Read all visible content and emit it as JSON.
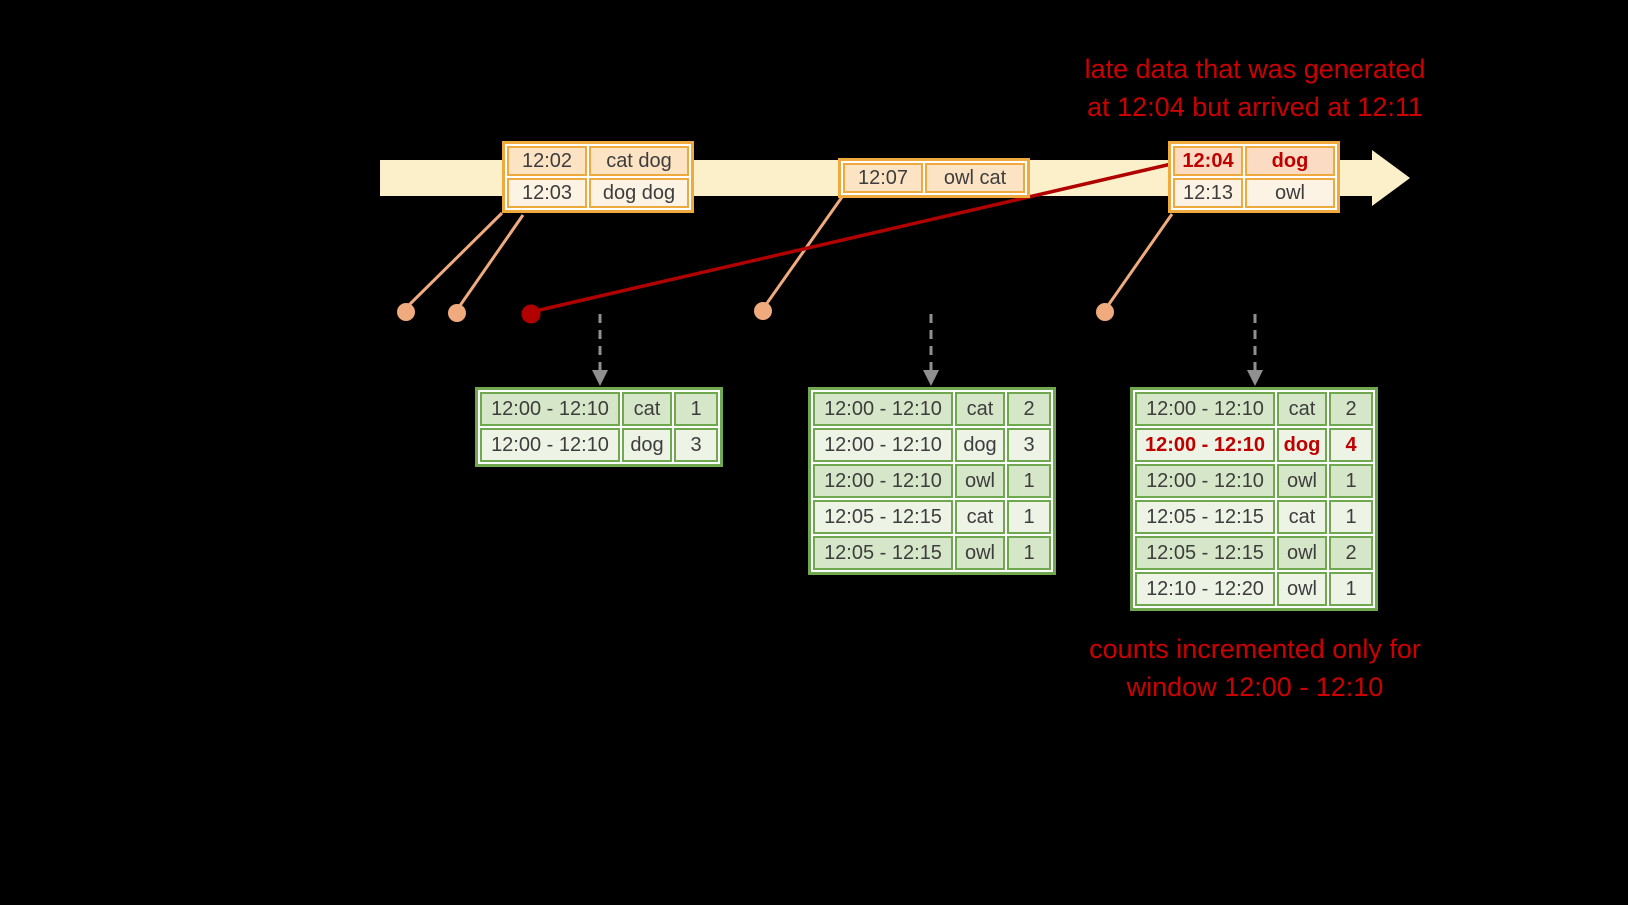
{
  "annotations": {
    "late_note_line1": "late data that was generated",
    "late_note_line2": "at 12:04 but arrived at 12:11",
    "counts_note_line1": "counts incremented only for",
    "counts_note_line2": "window 12:00 - 12:10"
  },
  "event_groups": [
    {
      "rows": [
        {
          "time": "12:02",
          "words": "cat dog",
          "late": false
        },
        {
          "time": "12:03",
          "words": "dog dog",
          "late": false
        }
      ]
    },
    {
      "rows": [
        {
          "time": "12:07",
          "words": "owl cat",
          "late": false
        }
      ]
    },
    {
      "rows": [
        {
          "time": "12:04",
          "words": "dog",
          "late": true
        },
        {
          "time": "12:13",
          "words": "owl",
          "late": false
        }
      ]
    }
  ],
  "result_tables": [
    {
      "rows": [
        {
          "window": "12:00 - 12:10",
          "word": "cat",
          "count": "1",
          "highlight": false
        },
        {
          "window": "12:00 - 12:10",
          "word": "dog",
          "count": "3",
          "highlight": false
        }
      ]
    },
    {
      "rows": [
        {
          "window": "12:00 - 12:10",
          "word": "cat",
          "count": "2",
          "highlight": false
        },
        {
          "window": "12:00 - 12:10",
          "word": "dog",
          "count": "3",
          "highlight": false
        },
        {
          "window": "12:00 - 12:10",
          "word": "owl",
          "count": "1",
          "highlight": false
        },
        {
          "window": "12:05 - 12:15",
          "word": "cat",
          "count": "1",
          "highlight": false
        },
        {
          "window": "12:05 - 12:15",
          "word": "owl",
          "count": "1",
          "highlight": false
        }
      ]
    },
    {
      "rows": [
        {
          "window": "12:00 - 12:10",
          "word": "cat",
          "count": "2",
          "highlight": false
        },
        {
          "window": "12:00 - 12:10",
          "word": "dog",
          "count": "4",
          "highlight": true
        },
        {
          "window": "12:00 - 12:10",
          "word": "owl",
          "count": "1",
          "highlight": false
        },
        {
          "window": "12:05 - 12:15",
          "word": "cat",
          "count": "1",
          "highlight": false
        },
        {
          "window": "12:05 - 12:15",
          "word": "owl",
          "count": "2",
          "highlight": false
        },
        {
          "window": "12:10 - 12:20",
          "word": "owl",
          "count": "1",
          "highlight": false
        }
      ]
    }
  ],
  "colors": {
    "background": "#000000",
    "timeline_fill": "#fbf0c9",
    "event_border": "#f0a93c",
    "event_fill_dark": "#fbe3c3",
    "event_fill_light": "#fdf3e4",
    "event_fill_late": "#fbdcc3",
    "result_border": "#6fa84e",
    "result_fill_dark": "#d6e6c8",
    "result_fill_light": "#edf4e6",
    "text_default": "#3d3d3d",
    "highlight_red": "#c00000",
    "annotation_red": "#cc0000",
    "connector_salmon": "#efab7d",
    "late_line_red": "#b00000",
    "arrow_gray": "#909090"
  }
}
